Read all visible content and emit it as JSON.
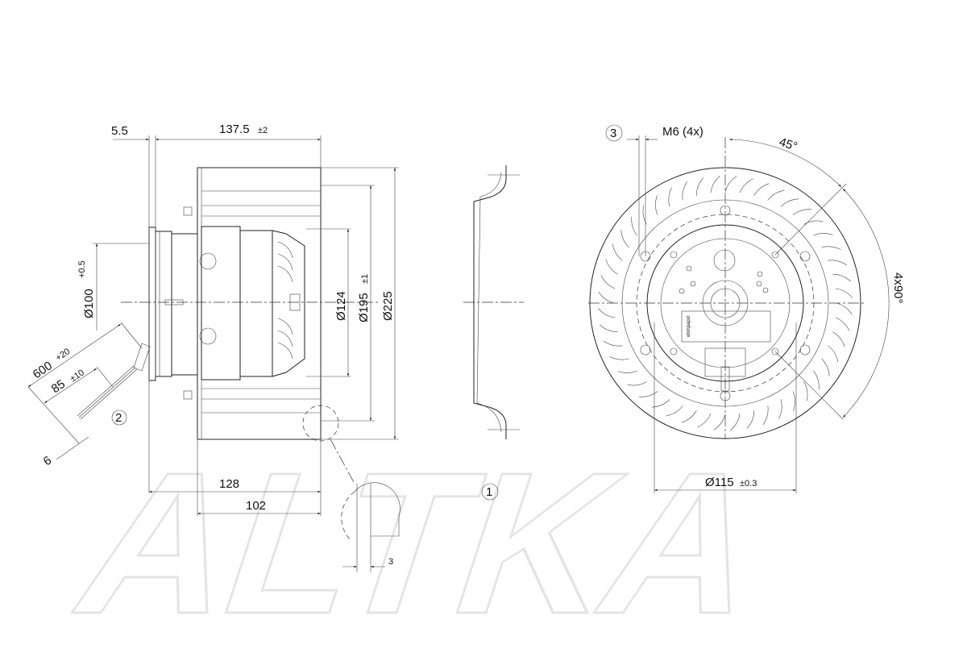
{
  "watermark": "ALTKA",
  "side_view": {
    "dim_flange": "5.5",
    "dim_length": "137.5",
    "dim_length_tol": "±2",
    "dim_inlet_dia": "Ø100",
    "dim_inlet_tol": "+0.5",
    "dim_d124": "Ø124",
    "dim_d195": "Ø195",
    "dim_d195_tol": "±1",
    "dim_d225": "Ø225",
    "dim_cable": "600",
    "dim_cable_tol": "+20",
    "dim_strip": "85",
    "dim_strip_tol": "±10",
    "dim_wire": "6",
    "dim_128": "128",
    "dim_102": "102",
    "dim_detail": "3",
    "callout_2": "2"
  },
  "inlet_ring": {
    "callout_1": "1"
  },
  "front_view": {
    "callout_3": "3",
    "thread": "M6 (4x)",
    "angle_45": "45°",
    "angle_4x90": "4x90°",
    "dim_bolt_circle": "Ø115",
    "dim_bolt_tol": "±0.3",
    "label_text": "ebmpapst"
  }
}
